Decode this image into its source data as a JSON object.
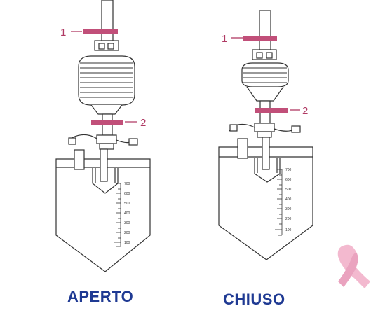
{
  "captions": {
    "open": "APERTO",
    "closed": "CHIUSO"
  },
  "callouts": {
    "clamp_top": "1",
    "clamp_bottom": "2"
  },
  "scale": [
    "700",
    "600",
    "500",
    "400",
    "300",
    "200",
    "100"
  ],
  "colors": {
    "caption": "#1f3a93",
    "clamp": "#c14f79",
    "callout": "#b03a64",
    "ribbon": "#f3b9cf",
    "line": "#333333"
  },
  "icons": {
    "ribbon": "pink-ribbon-icon"
  }
}
